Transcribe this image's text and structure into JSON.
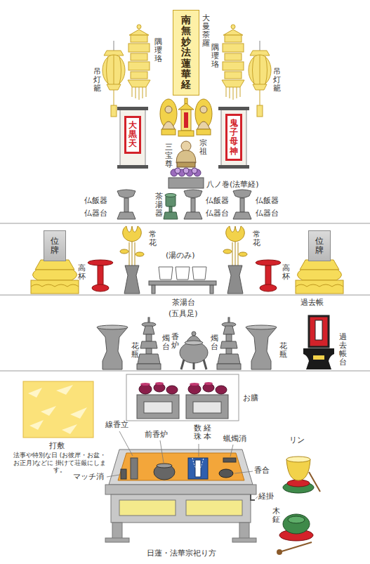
{
  "diagram": {
    "caption": "日蓮・法華宗祀り方",
    "nodes": [
      {
        "text": [
          "南無妙法蓮華経"
        ]
      },
      {
        "text": [
          "大黒天"
        ]
      },
      {
        "text": [
          "鬼子母神"
        ]
      },
      {
        "text": [
          "位牌"
        ]
      },
      {
        "text": [
          "位牌"
        ]
      }
    ],
    "labels": [
      "大曼荼羅",
      "吊灯籠",
      "隅瓔珞",
      "隅瓔珞",
      "吊灯籠",
      "三宝尊",
      "宗祖",
      "八ノ巻(法華経)",
      "仏飯器",
      "仏器台",
      "茶湯器",
      "仏飯器",
      "仏器台",
      "仏飯器",
      "仏器台",
      "常花",
      "常花",
      "高杯",
      "(湯のみ)",
      "高杯",
      "茶湯台",
      "過去帳",
      "(五具足)",
      "花瓶",
      "燭台",
      "香炉",
      "燭台",
      "花瓶",
      "過去帳台",
      "お膳",
      "打敷",
      "法事や特別な日 (お彼岸・お盆・お正月)などに 掛けて荘厳にします。",
      "線香立",
      "前香炉",
      "数珠",
      "経本",
      "蝋燭消",
      "マッチ消",
      "香合",
      "経掛",
      "リン",
      "木鉦"
    ]
  }
}
